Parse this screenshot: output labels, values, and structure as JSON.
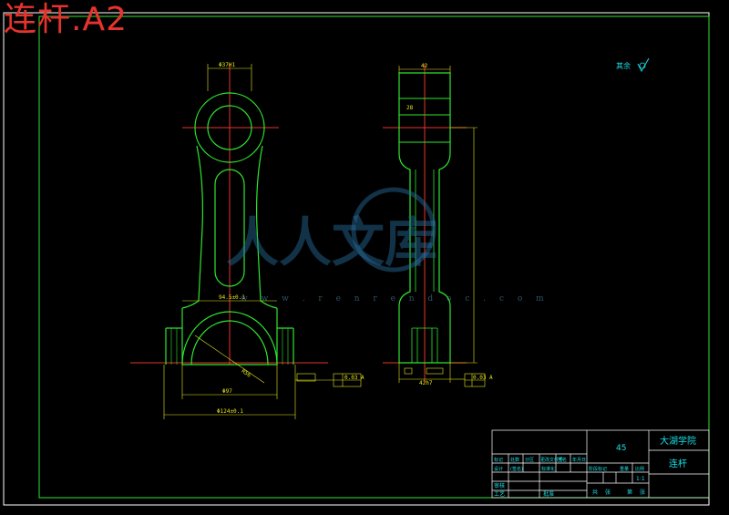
{
  "drawing": {
    "title": "连杆.A2",
    "roughness_note": "其余"
  },
  "front_view": {
    "dim_small_end": "Φ37H1",
    "dim_width": "94.5±0.1",
    "dim_radius": "R56",
    "dim_bore": "Φ97",
    "dim_overall": "Φ124±0.1",
    "tolerance_frame": "0.03 A"
  },
  "side_view": {
    "dim_thickness": "42",
    "dim_inner": "28",
    "dim_bottom": "42h7",
    "tolerance_frame": "0.03 A"
  },
  "title_block": {
    "material": "45",
    "school": "大湖学院",
    "part_name": "连杆",
    "scale": "1:1",
    "row_labels": [
      "标记",
      "处数",
      "分区",
      "更改文件号",
      "签名",
      "年月日"
    ],
    "designer_row": [
      "设计",
      "(签名)",
      "(年月日)",
      "标准化",
      "(签名)",
      "(年月日)"
    ],
    "stage_labels": [
      "阶段标记",
      "重量",
      "比例"
    ],
    "review_label": "审核",
    "process_label": "工艺",
    "approve_label": "批准",
    "sheet_labels": [
      "共",
      "张",
      "第",
      "张"
    ]
  },
  "watermark": {
    "brand": "人人文库",
    "url": "w w w . r e n r e n d o c . c o m"
  }
}
